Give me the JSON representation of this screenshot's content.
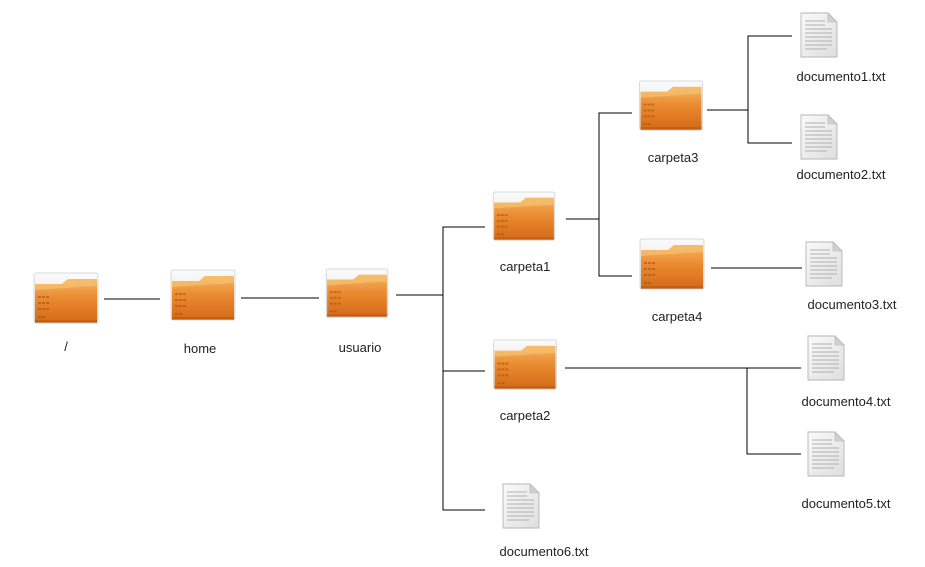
{
  "tree": {
    "root": {
      "label": "/",
      "type": "folder"
    },
    "home": {
      "label": "home",
      "type": "folder"
    },
    "usuario": {
      "label": "usuario",
      "type": "folder"
    },
    "carpeta1": {
      "label": "carpeta1",
      "type": "folder"
    },
    "carpeta2": {
      "label": "carpeta2",
      "type": "folder"
    },
    "carpeta3": {
      "label": "carpeta3",
      "type": "folder"
    },
    "carpeta4": {
      "label": "carpeta4",
      "type": "folder"
    },
    "documento1": {
      "label": "documento1.txt",
      "type": "file"
    },
    "documento2": {
      "label": "documento2.txt",
      "type": "file"
    },
    "documento3": {
      "label": "documento3.txt",
      "type": "file"
    },
    "documento4": {
      "label": "documento4.txt",
      "type": "file"
    },
    "documento5": {
      "label": "documento5.txt",
      "type": "file"
    },
    "documento6": {
      "label": "documento6.txt",
      "type": "file"
    }
  },
  "colors": {
    "folder_main": "#e07a24",
    "folder_light": "#f5b05a",
    "folder_dark": "#c55f12",
    "folder_back": "#f2f2f2",
    "file_paper": "#f3f3f3",
    "file_lines": "#b8b8b8",
    "connector": "#000000"
  }
}
